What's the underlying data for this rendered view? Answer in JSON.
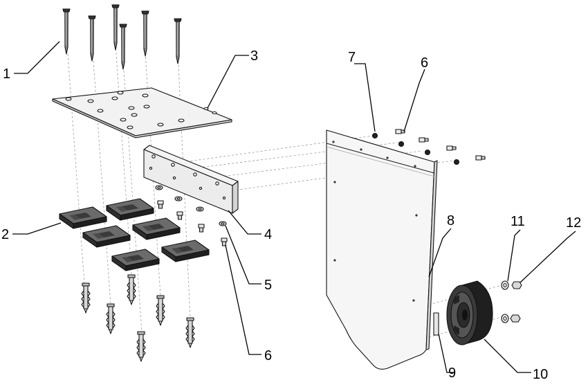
{
  "labels": {
    "l1": "1",
    "l2": "2",
    "l3": "3",
    "l4": "4",
    "l5": "5",
    "l6a": "6",
    "l6b": "6",
    "l7": "7",
    "l8": "8",
    "l9": "9",
    "l10": "10",
    "l11": "11",
    "l12": "12"
  },
  "colors": {
    "line": "#111111",
    "plate": "#ececec",
    "dark_part": "#2a2a2a",
    "guide": "#9a9a9a"
  }
}
